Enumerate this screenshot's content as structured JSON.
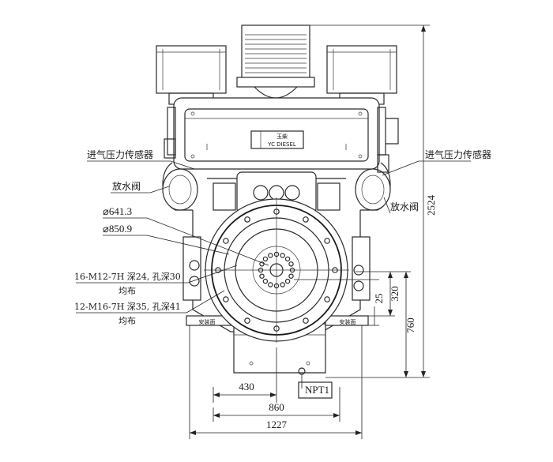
{
  "labels": {
    "intake_sensor_left": "进气压力传感器",
    "intake_sensor_right": "进气压力传感器",
    "drain_valve_left": "放水阀",
    "drain_valve_right": "放水阀",
    "dia_inner": "⌀641.3",
    "dia_outer": "⌀850.9",
    "bolt_a_line1": "16-M12-7H 深24, 孔深30",
    "bolt_a_line2": "均布",
    "bolt_b_line1": "12-M16-7H 深35, 孔深41",
    "bolt_b_line2": "均布",
    "mount_face_left": "安装面",
    "mount_face_right": "安装面",
    "npt": "NPT1",
    "logo_text": "玉柴",
    "logo_sub": "YC DIESEL"
  },
  "dimensions": {
    "height_total": "2524",
    "height_760": "760",
    "height_320": "320",
    "height_25": "25",
    "width_430": "430",
    "width_860": "860",
    "width_1227": "1227"
  }
}
